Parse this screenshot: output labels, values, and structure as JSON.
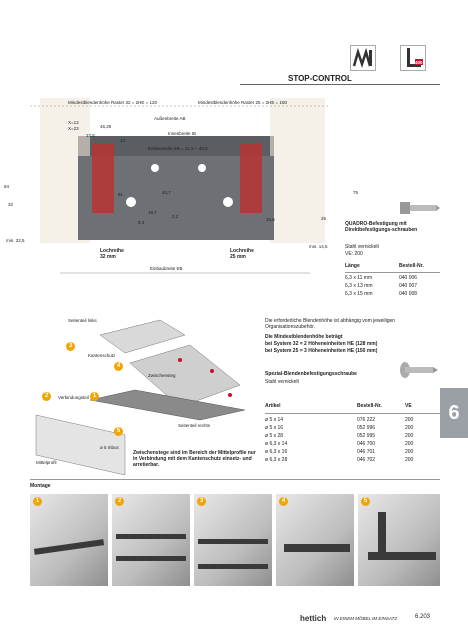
{
  "header": {
    "title": "STOP-CONTROL",
    "icon_badge": "400"
  },
  "diagram1": {
    "top_left_label": "Mindestblendenhöhe Raster 32 = 2HE = 120",
    "top_right_label": "Mindestblendenhöhe Raster 25 = 2HE = 150",
    "aussenbreite": "Außenbreite AB",
    "innenbreite": "Innenbreite IB",
    "einbauweite": "Einbauweite EB = 2x X – 40,6",
    "x13": "X=13",
    "x23": "X=23",
    "d46_25": "46,25",
    "d17_5": "17,5",
    "d13": "13",
    "d91": "91",
    "d40_7": "40,7",
    "d18_7": "18,7",
    "d3_2": "3,2",
    "d8_3": "8,3",
    "d15_6": "15,6",
    "d84": "84",
    "d32": "32",
    "d25": "25",
    "d75": "75",
    "min22_5": "min. 22,5",
    "min14_5": "min. 14,5",
    "lochreihe32": "Lochreihe\n32 mm",
    "lochreihe25": "Lochreihe\n25 mm",
    "einbaubreite": "Einbaubreite EB"
  },
  "quadro": {
    "title": "QUADRO-Befestigung mit Direktbefestigungs-schrauben",
    "line1": "Stahl vernickelt",
    "line2": "VE: 200",
    "col1": "Länge",
    "col2": "Bestell-Nr.",
    "rows": [
      [
        "6,3 x 11 mm",
        "040 006"
      ],
      [
        "6,3 x 13 mm",
        "040 007"
      ],
      [
        "6,3 x 15 mm",
        "040 008"
      ]
    ]
  },
  "diagram2": {
    "seitenteil_links": "Seitenteil links",
    "kantenschutz": "Kantenschutz",
    "zwischensteg": "Zwischensteg",
    "verbindungsteil": "Verbindungsteil",
    "seitenteil_rechts": "Seitenteil rechts",
    "mittelprofil": "Mittelprofil",
    "schraube_label": "ø 5 Inbus",
    "note": "Zwischenstege sind im Bereich der Mittelprofile nur in Verbindung mit dem Kantenschutz einsetz- und arretierbar."
  },
  "info": {
    "p1": "Die erforderliche Blendenhöhe ist abhängig vom jeweiligen Organisationszubehör.",
    "p2": "Die Mindestblendenhöhe beträgt",
    "p3": "bei System 32 = 2 Höheneinheiten HE (128 mm)",
    "p4": "bei System 25 = 3 Höheneinheiten HE (150 mm)"
  },
  "spezial": {
    "title": "Spezial-Blendenbefestigungsschraube",
    "sub": "Stahl vernickelt",
    "headers": [
      "Artikel",
      "Bestell-Nr.",
      "VE"
    ],
    "rows": [
      [
        "ø 5 x 14",
        "076 222",
        "200"
      ],
      [
        "ø 5 x 16",
        "052 996",
        "200"
      ],
      [
        "ø 5 x 28",
        "052 995",
        "200"
      ],
      [
        "ø 6,3 x 14",
        "046 700",
        "200"
      ],
      [
        "ø 6,3 x 16",
        "046 701",
        "200"
      ],
      [
        "ø 6,3 x 28",
        "046 702",
        "200"
      ]
    ]
  },
  "tab": "6",
  "montage": {
    "title": "Montage",
    "steps": [
      "1",
      "2",
      "3",
      "4",
      "5"
    ]
  },
  "footer": {
    "brand": "hettich",
    "slogan": "IN EINEM MÖBEL IM EINSATZ",
    "page": "6.203"
  },
  "colors": {
    "accent": "#f0a500",
    "tab": "#9aa0a6",
    "red": "#c8102e"
  }
}
